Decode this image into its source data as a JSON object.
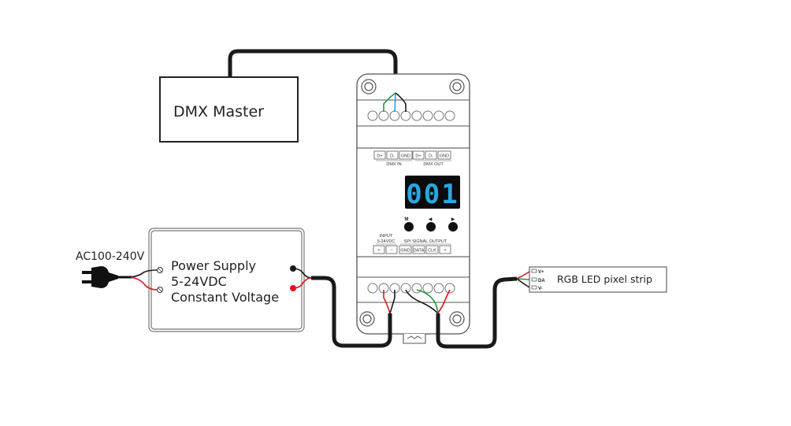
{
  "dmx_master": {
    "label": "DMX Master"
  },
  "power_supply": {
    "input_label": "AC100-240V",
    "lines": [
      "Power Supply",
      "5-24VDC",
      "Constant Voltage"
    ]
  },
  "decoder": {
    "display_value": "001",
    "buttons": [
      "M",
      "◀",
      "▶"
    ],
    "top_terminals": [
      "D+",
      "D-",
      "GND",
      "D+",
      "D-",
      "GND"
    ],
    "dmx_in_label": "DMX IN",
    "dmx_out_label": "DMX OUT",
    "input_label": "INPUT",
    "input_voltage": "5-24VDC",
    "bottom_terminals": [
      "+",
      "−",
      "GND",
      "DATA",
      "CLK",
      "+"
    ],
    "spi_label": "SPI SIGNAL OUTPUT"
  },
  "led_strip": {
    "label": "RGB LED pixel strip",
    "pins": [
      "V+",
      "DA",
      "V-"
    ]
  },
  "colors": {
    "wire_black": "#1a1a1a",
    "wire_red": "#e3141b",
    "wire_green": "#1f9a3c",
    "wire_blue": "#2a9fd8",
    "display_bg": "#0b0b0b",
    "display_digits": "#29a8e0",
    "outline": "#555555"
  }
}
